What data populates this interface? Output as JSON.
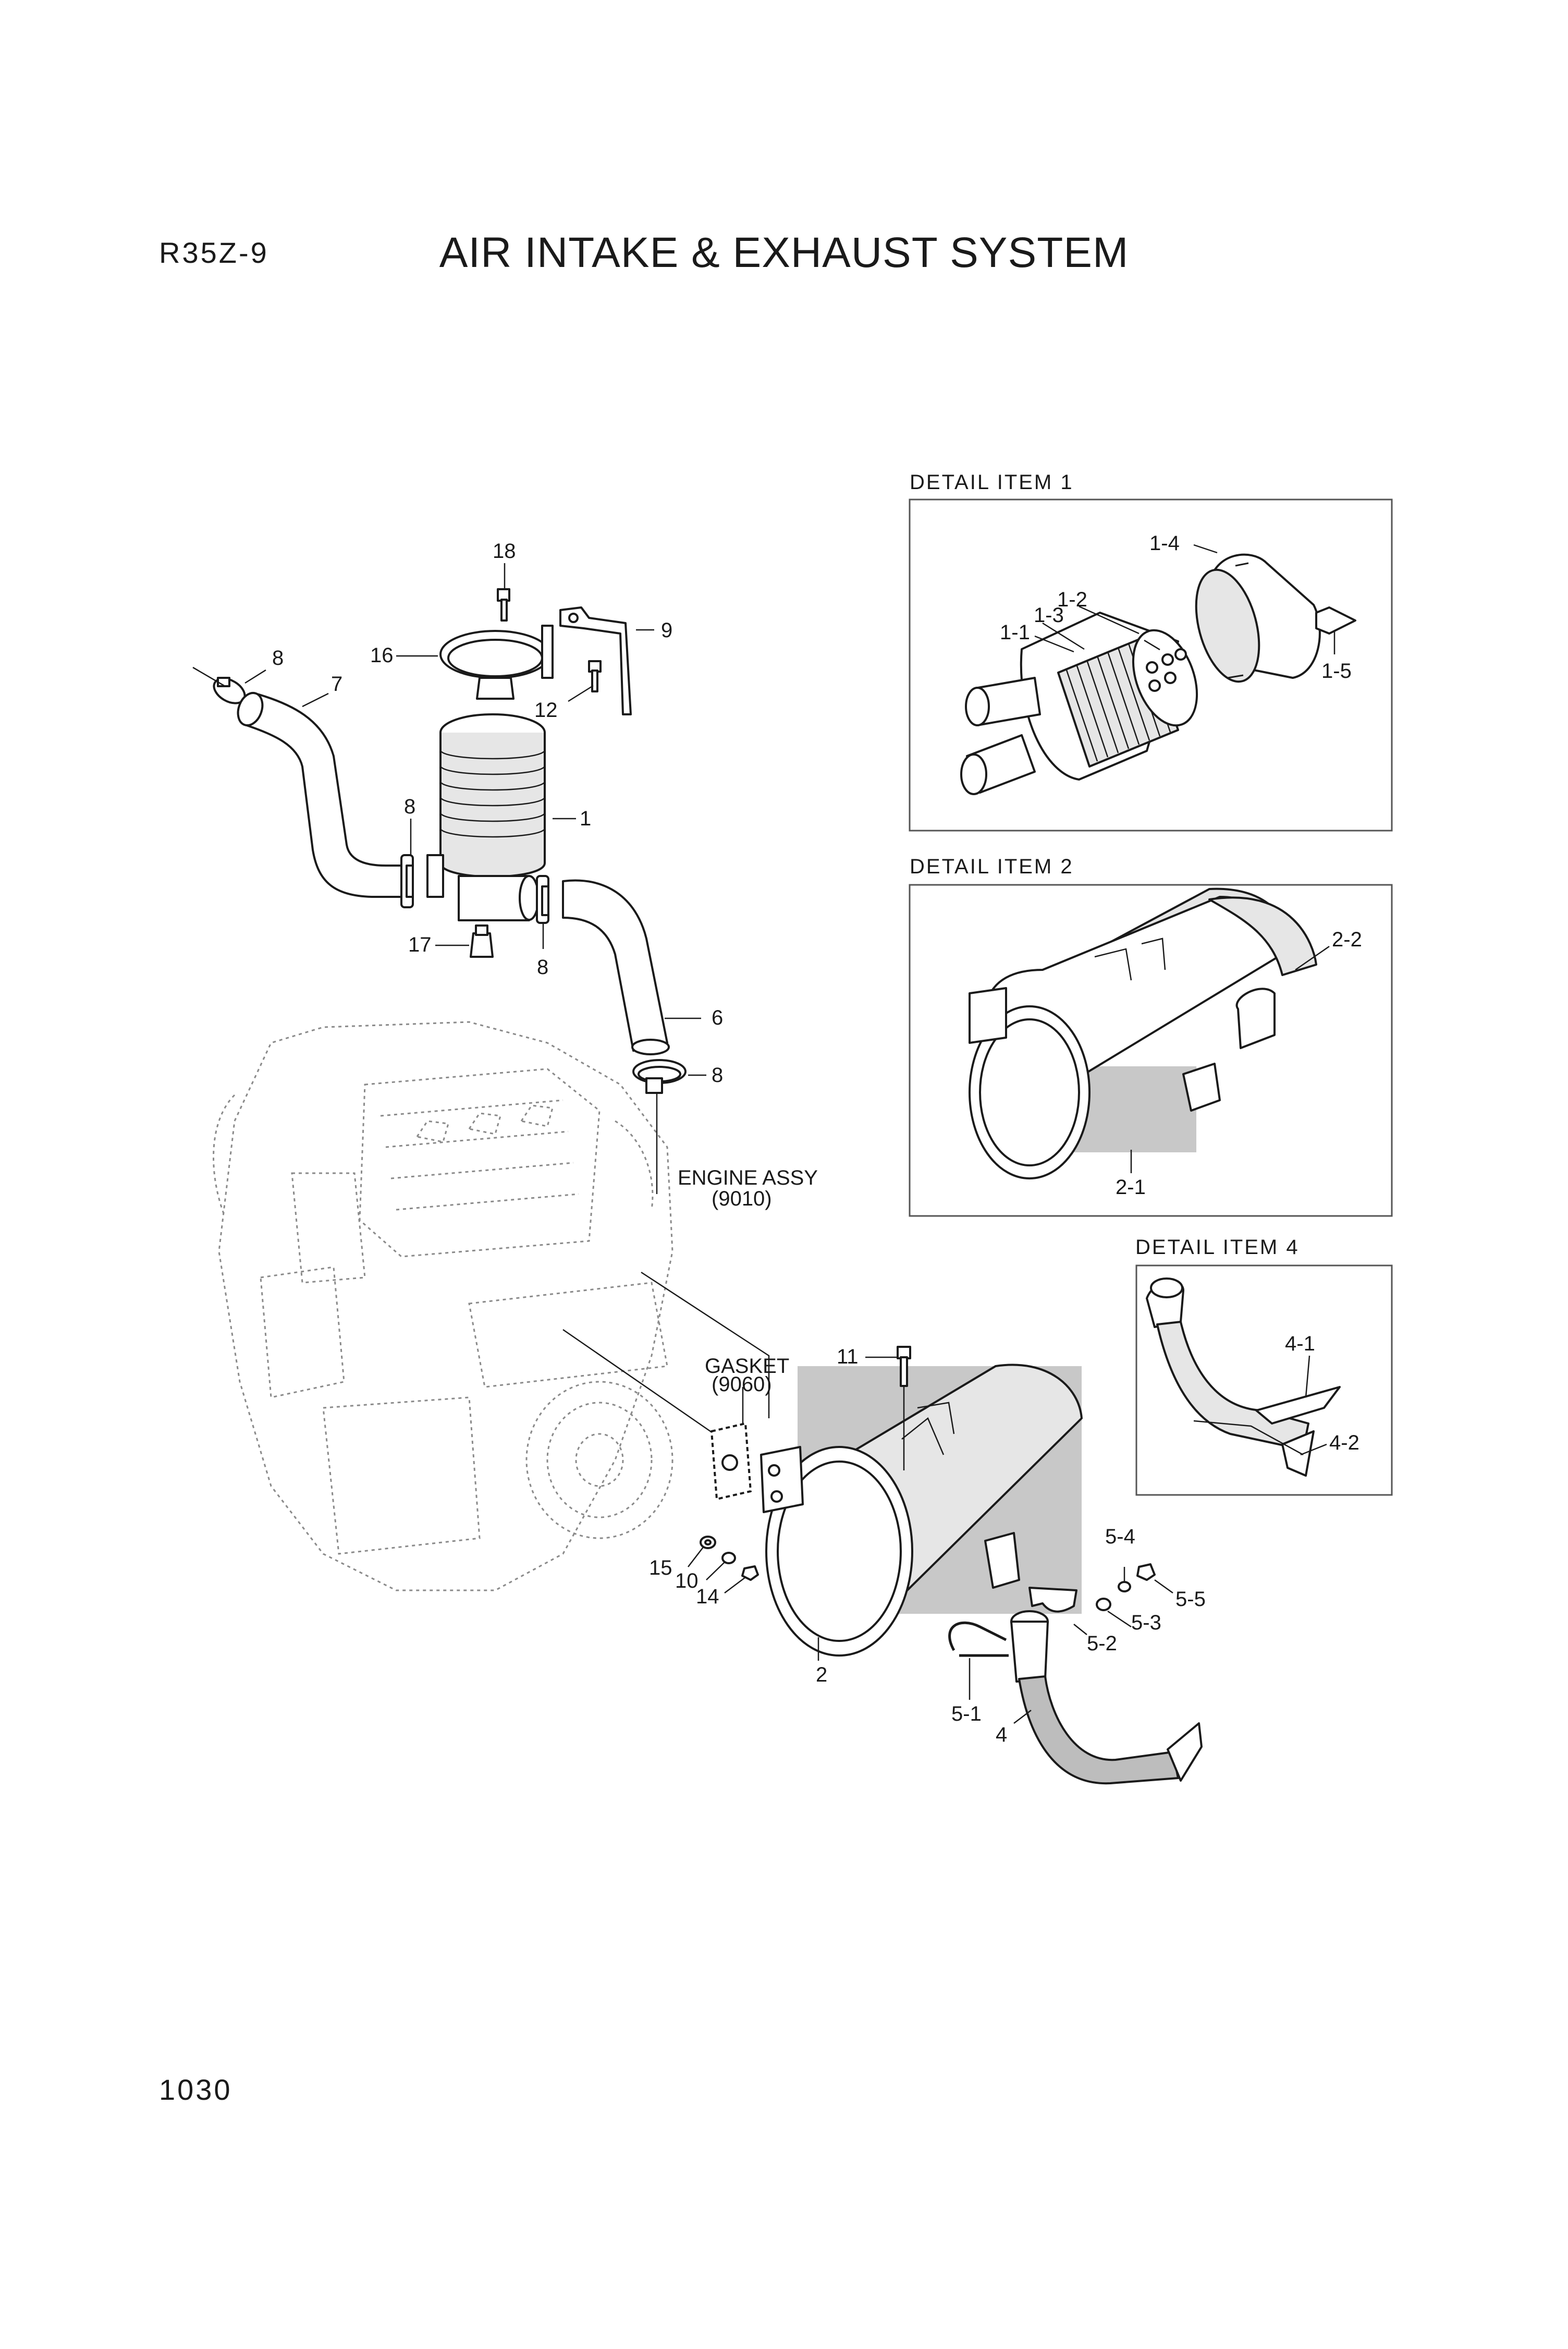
{
  "header": {
    "model_code": "R35Z-9",
    "title": "AIR INTAKE & EXHAUST SYSTEM"
  },
  "footer": {
    "page_number": "1030"
  },
  "details": {
    "item1": {
      "heading": "DETAIL ITEM 1",
      "labels": [
        "1-1",
        "1-2",
        "1-3",
        "1-4",
        "1-5"
      ]
    },
    "item2": {
      "heading": "DETAIL ITEM 2",
      "labels": [
        "2-1",
        "2-2"
      ]
    },
    "item4": {
      "heading": "DETAIL ITEM 4",
      "labels": [
        "4-1",
        "4-2"
      ]
    }
  },
  "callouts": {
    "c1": "1",
    "c2": "2",
    "c4": "4",
    "c6": "6",
    "c7": "7",
    "c8_clamp_top": "8",
    "c8_left": "8",
    "c8_right": "8",
    "c8_bottom": "8",
    "c9": "9",
    "c10": "10",
    "c11": "11",
    "c12": "12",
    "c14": "14",
    "c15": "15",
    "c16": "16",
    "c17": "17",
    "c18": "18",
    "c5_1": "5-1",
    "c5_2": "5-2",
    "c5_3": "5-3",
    "c5_4": "5-4",
    "c5_5": "5-5"
  },
  "references": {
    "engine": {
      "name": "ENGINE ASSY",
      "code": "(9010)"
    },
    "gasket": {
      "name": "GASKET",
      "code": "(9060)"
    }
  },
  "colors": {
    "line": "#1a1a1a",
    "highlight_fill": "#c8c8c8",
    "ghost_line": "#8a8a8a"
  }
}
